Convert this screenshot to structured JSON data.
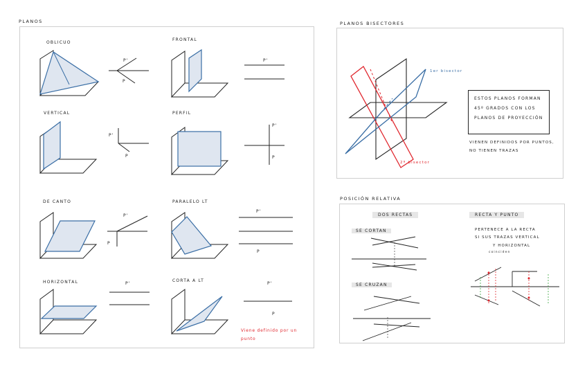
{
  "left_section": {
    "title": "PLANOS",
    "cells": [
      {
        "label": "OBLICUO",
        "marks": [
          "P'",
          "P"
        ]
      },
      {
        "label": "FRONTAL",
        "marks": [
          "P'"
        ]
      },
      {
        "label": "VERTICAL",
        "marks": [
          "P'",
          "P"
        ]
      },
      {
        "label": "PERFIL",
        "marks": [
          "P'",
          "P"
        ]
      },
      {
        "label": "DE CANTO",
        "marks": [
          "P'",
          "P"
        ]
      },
      {
        "label": "PARALELO LT",
        "marks": [
          "P'",
          "P"
        ]
      },
      {
        "label": "HORIZONTAL",
        "marks": [
          "P'"
        ]
      },
      {
        "label": "CORTA A LT",
        "marks": [
          "P'",
          "P"
        ]
      }
    ],
    "red_note": "Viene definido por un punto"
  },
  "bisectores": {
    "title": "PLANOS BISECTORES",
    "label_1": "1er bisector",
    "label_2": "2º bisector",
    "box_text": "Estos planos forman 45º grados con los planos de proyección",
    "note": "Vienen definidos por puntos, no tienen trazas"
  },
  "posicion": {
    "title": "POSICIÓN RELATIVA",
    "tag_rectas": "DOS RECTAS",
    "tag_punto": "RECTA Y PUNTO",
    "se_cortan": "SE CORTAN",
    "se_cruzan": "SE CRUZAN",
    "punto_text_1": "Pertenece a la recta",
    "punto_text_2": "si sus trazas vertical",
    "punto_text_3": "y horizontal",
    "punto_text_4": "coinciden"
  },
  "colors": {
    "blue": "#3a6ea5",
    "blue_fill": "#dfe6f0",
    "red": "#e0262d",
    "ink": "#222222"
  }
}
